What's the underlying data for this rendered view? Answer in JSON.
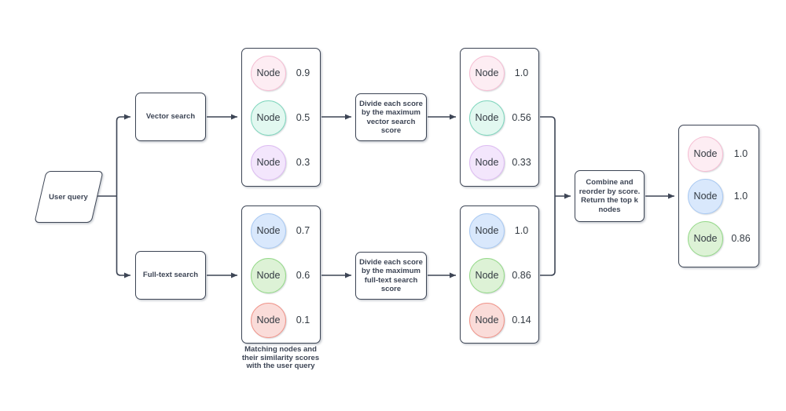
{
  "colors": {
    "stroke": "#3d4555",
    "text": "#333a42",
    "node_colors": {
      "pink": {
        "fill": "#fdedf3",
        "border": "#f5bed3"
      },
      "teal": {
        "fill": "#e2f8f0",
        "border": "#7fd6bd"
      },
      "purple": {
        "fill": "#f3e6fc",
        "border": "#ddbcf2"
      },
      "blue": {
        "fill": "#d9e8fc",
        "border": "#a9c9f2"
      },
      "green": {
        "fill": "#ddf2d6",
        "border": "#95d989"
      },
      "red": {
        "fill": "#fadcd9",
        "border": "#f0948a"
      }
    }
  },
  "shapes": {
    "user_query": {
      "label": "User query"
    },
    "vector_search": {
      "label": "Vector search"
    },
    "fulltext_search": {
      "label": "Full-text search"
    },
    "divide_vector": {
      "lines": [
        "Divide each score",
        "by the maximum",
        "vector search",
        "score"
      ]
    },
    "divide_fulltext": {
      "lines": [
        "Divide each score",
        "by the maximum",
        "full-text search",
        "score"
      ]
    },
    "combine": {
      "lines": [
        "Combine and",
        "reorder by score.",
        "Return the top k",
        "nodes"
      ]
    }
  },
  "caption": {
    "lines": [
      "Matching nodes and",
      "their similarity scores",
      "with the user query"
    ]
  },
  "groups": {
    "vector_raw": {
      "nodes": [
        {
          "label": "Node",
          "score": "0.9",
          "color": "pink"
        },
        {
          "label": "Node",
          "score": "0.5",
          "color": "teal"
        },
        {
          "label": "Node",
          "score": "0.3",
          "color": "purple"
        }
      ]
    },
    "vector_norm": {
      "nodes": [
        {
          "label": "Node",
          "score": "1.0",
          "color": "pink"
        },
        {
          "label": "Node",
          "score": "0.56",
          "color": "teal"
        },
        {
          "label": "Node",
          "score": "0.33",
          "color": "purple"
        }
      ]
    },
    "fulltext_raw": {
      "nodes": [
        {
          "label": "Node",
          "score": "0.7",
          "color": "blue"
        },
        {
          "label": "Node",
          "score": "0.6",
          "color": "green"
        },
        {
          "label": "Node",
          "score": "0.1",
          "color": "red"
        }
      ]
    },
    "fulltext_norm": {
      "nodes": [
        {
          "label": "Node",
          "score": "1.0",
          "color": "blue"
        },
        {
          "label": "Node",
          "score": "0.86",
          "color": "green"
        },
        {
          "label": "Node",
          "score": "0.14",
          "color": "red"
        }
      ]
    },
    "final": {
      "nodes": [
        {
          "label": "Node",
          "score": "1.0",
          "color": "pink"
        },
        {
          "label": "Node",
          "score": "1.0",
          "color": "blue"
        },
        {
          "label": "Node",
          "score": "0.86",
          "color": "green"
        }
      ]
    }
  }
}
